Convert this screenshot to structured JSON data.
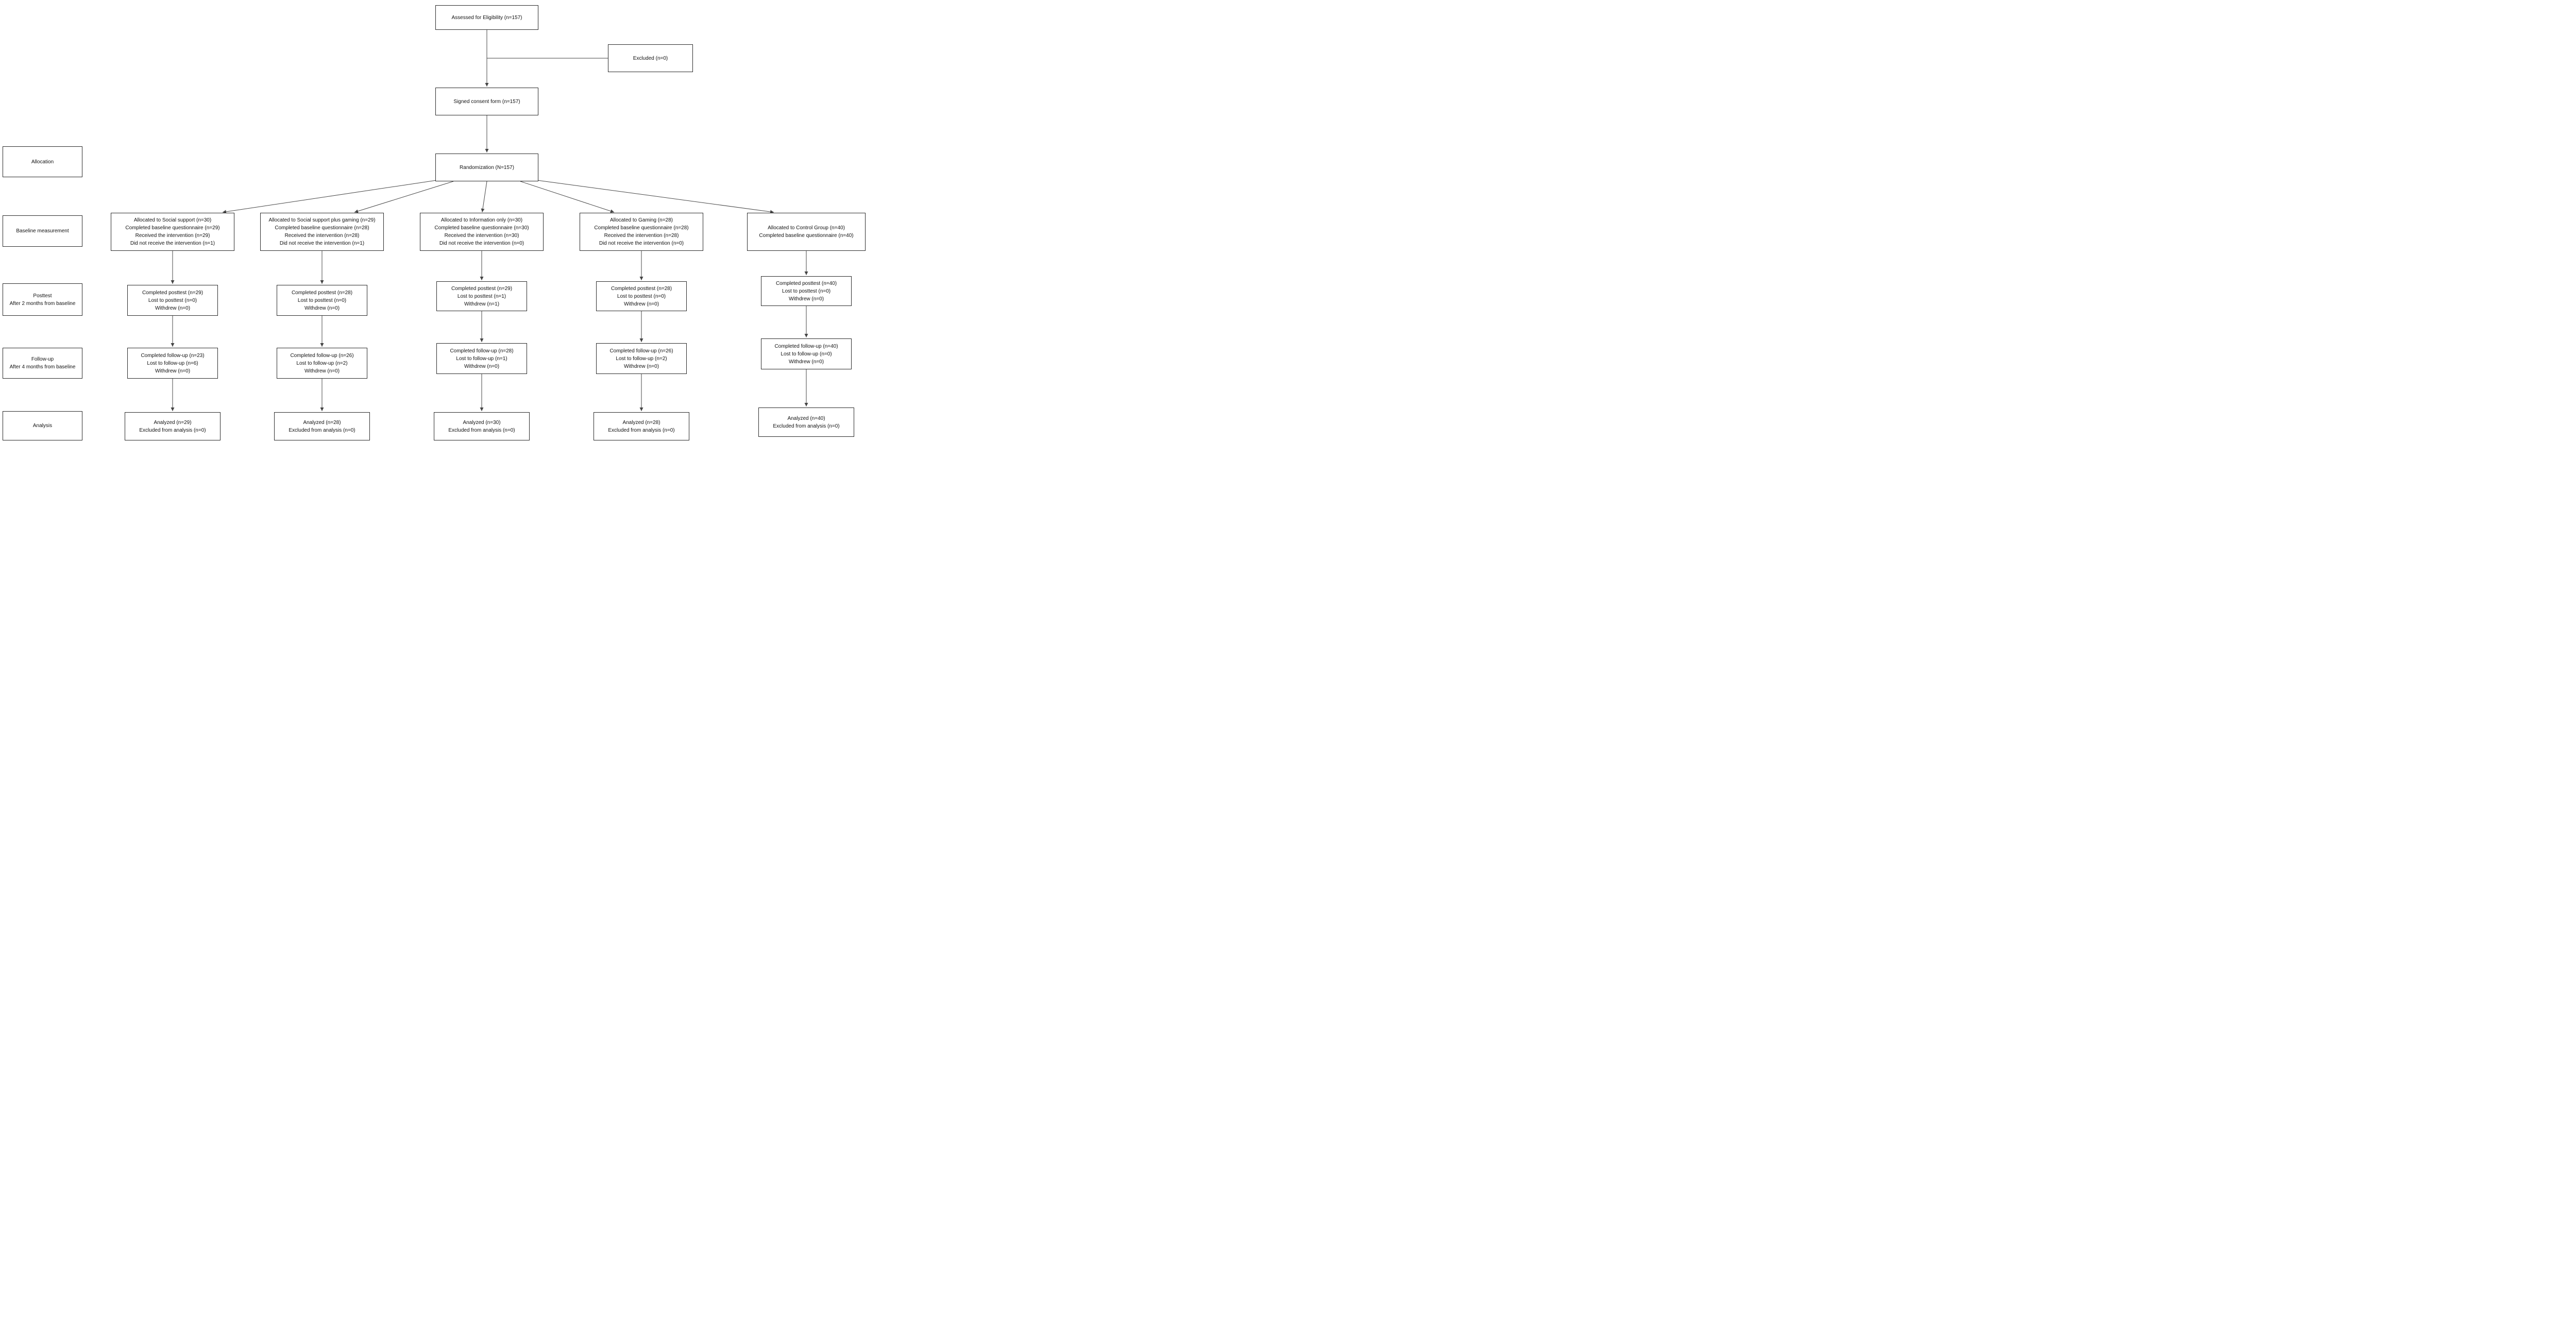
{
  "colors": {
    "background": "#ffffff",
    "box_border": "#2b2b2b",
    "connector_line": "#444444",
    "text": "#111111"
  },
  "flow": {
    "eligibility": "Assessed for Eligibility (n=157)",
    "excluded": "Excluded (n=0)",
    "consent": "Signed consent form (n=157)",
    "randomization": "Randomization (N=157)"
  },
  "stages": {
    "allocation": "Allocation",
    "baseline": "Baseline measurement",
    "posttest": [
      "Posttest",
      "After 2 months from baseline"
    ],
    "followup": [
      "Follow-up",
      "After 4 months from baseline"
    ],
    "analysis": "Analysis"
  },
  "groups": [
    {
      "id": "social-support",
      "baseline": [
        "Allocated to Social support (n=30)",
        "Completed baseline questionnaire (n=29)",
        "Received the intervention (n=29)",
        "Did not receive the intervention (n=1)"
      ],
      "posttest": [
        "Completed posttest (n=29)",
        "Lost to posttest (n=0)",
        "Withdrew (n=0)"
      ],
      "followup": [
        "Completed follow-up (n=23)",
        "Lost to follow-up (n=6)",
        "Withdrew (n=0)"
      ],
      "analysis": [
        "Analyzed (n=29)",
        "Excluded from analysis (n=0)"
      ]
    },
    {
      "id": "social-support-plus-gaming",
      "baseline": [
        "Allocated to Social support plus gaming (n=29)",
        "Completed baseline questionnaire (n=28)",
        "Received the intervention (n=28)",
        "Did not receive the intervention (n=1)"
      ],
      "posttest": [
        "Completed posttest (n=28)",
        "Lost to posttest (n=0)",
        "Withdrew (n=0)"
      ],
      "followup": [
        "Completed follow-up (n=26)",
        "Lost to follow-up (n=2)",
        "Withdrew (n=0)"
      ],
      "analysis": [
        "Analyzed (n=28)",
        "Excluded from analysis (n=0)"
      ]
    },
    {
      "id": "information-only",
      "baseline": [
        "Allocated to Information only (n=30)",
        "Completed baseline questionnaire (n=30)",
        "Received the intervention (n=30)",
        "Did not receive the intervention (n=0)"
      ],
      "posttest": [
        "Completed posttest (n=29)",
        "Lost to posttest (n=1)",
        "Withdrew (n=1)"
      ],
      "followup": [
        "Completed follow-up (n=28)",
        "Lost to follow-up (n=1)",
        "Withdrew (n=0)"
      ],
      "analysis": [
        "Analyzed (n=30)",
        "Excluded from analysis (n=0)"
      ]
    },
    {
      "id": "gaming",
      "baseline": [
        "Allocated to Gaming (n=28)",
        "Completed baseline questionnaire (n=28)",
        "Received the intervention (n=28)",
        "Did not receive the intervention (n=0)"
      ],
      "posttest": [
        "Completed posttest (n=28)",
        "Lost to posttest (n=0)",
        "Withdrew (n=0)"
      ],
      "followup": [
        "Completed follow-up (n=26)",
        "Lost to follow-up (n=2)",
        "Withdrew (n=0)"
      ],
      "analysis": [
        "Analyzed (n=28)",
        "Excluded from analysis (n=0)"
      ]
    },
    {
      "id": "control-group",
      "baseline": [
        "Allocated to Control Group (n=40)",
        "Completed baseline questionnaire (n=40)"
      ],
      "posttest": [
        "Completed posttest (n=40)",
        "Lost to posttest (n=0)",
        "Withdrew (n=0)"
      ],
      "followup": [
        "Completed follow-up (n=40)",
        "Lost to follow-up (n=0)",
        "Withdrew (n=0)"
      ],
      "analysis": [
        "Analyzed (n=40)",
        "Excluded from analysis (n=0)"
      ]
    }
  ]
}
